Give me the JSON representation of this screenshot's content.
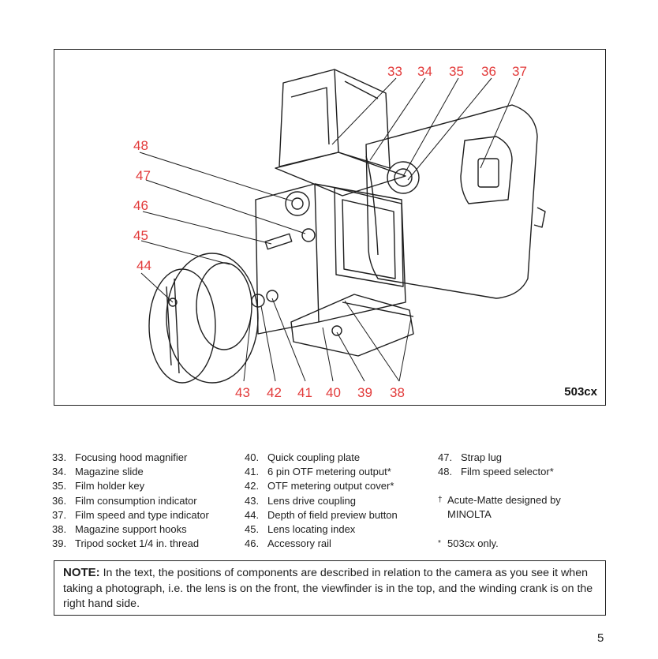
{
  "figure": {
    "callouts_top": [
      "33",
      "34",
      "35",
      "36",
      "37"
    ],
    "callouts_left": [
      "48",
      "47",
      "46",
      "45",
      "44"
    ],
    "callouts_bottom": [
      "43",
      "42",
      "41",
      "40",
      "39",
      "38"
    ],
    "model": "503cx",
    "callout_color": "#e23a3a"
  },
  "legend": {
    "col1": [
      {
        "num": "33.",
        "text": "Focusing hood magnifier"
      },
      {
        "num": "34.",
        "text": "Magazine slide"
      },
      {
        "num": "35.",
        "text": "Film holder key"
      },
      {
        "num": "36.",
        "text": "Film consumption indicator"
      },
      {
        "num": "37.",
        "text": "Film speed and type indicator"
      },
      {
        "num": "38.",
        "text": "Magazine support hooks"
      },
      {
        "num": "39.",
        "text": "Tripod socket 1/4 in. thread"
      }
    ],
    "col2": [
      {
        "num": "40.",
        "text": "Quick coupling plate"
      },
      {
        "num": "41.",
        "text": "6 pin OTF metering output*"
      },
      {
        "num": "42.",
        "text": "OTF metering output cover*"
      },
      {
        "num": "43.",
        "text": "Lens drive coupling"
      },
      {
        "num": "44.",
        "text": "Depth of field preview button"
      },
      {
        "num": "45.",
        "text": "Lens locating index"
      },
      {
        "num": "46.",
        "text": "Accessory rail"
      }
    ],
    "col3": [
      {
        "num": "47.",
        "text": "Strap lug"
      },
      {
        "num": "48.",
        "text": "Film speed selector*"
      }
    ]
  },
  "footnotes": {
    "dagger_mark": "†",
    "dagger_line1": "Acute-Matte designed by",
    "dagger_line2": "MINOLTA",
    "star_mark": "*",
    "star_text": "503cx only."
  },
  "note": {
    "label": "NOTE:",
    "text": " In the text, the positions of components are described in relation to the camera as you see it when taking a photograph, i.e. the lens is on the front, the viewfinder is in the top, and the winding crank is on the right hand side."
  },
  "page_number": "5"
}
